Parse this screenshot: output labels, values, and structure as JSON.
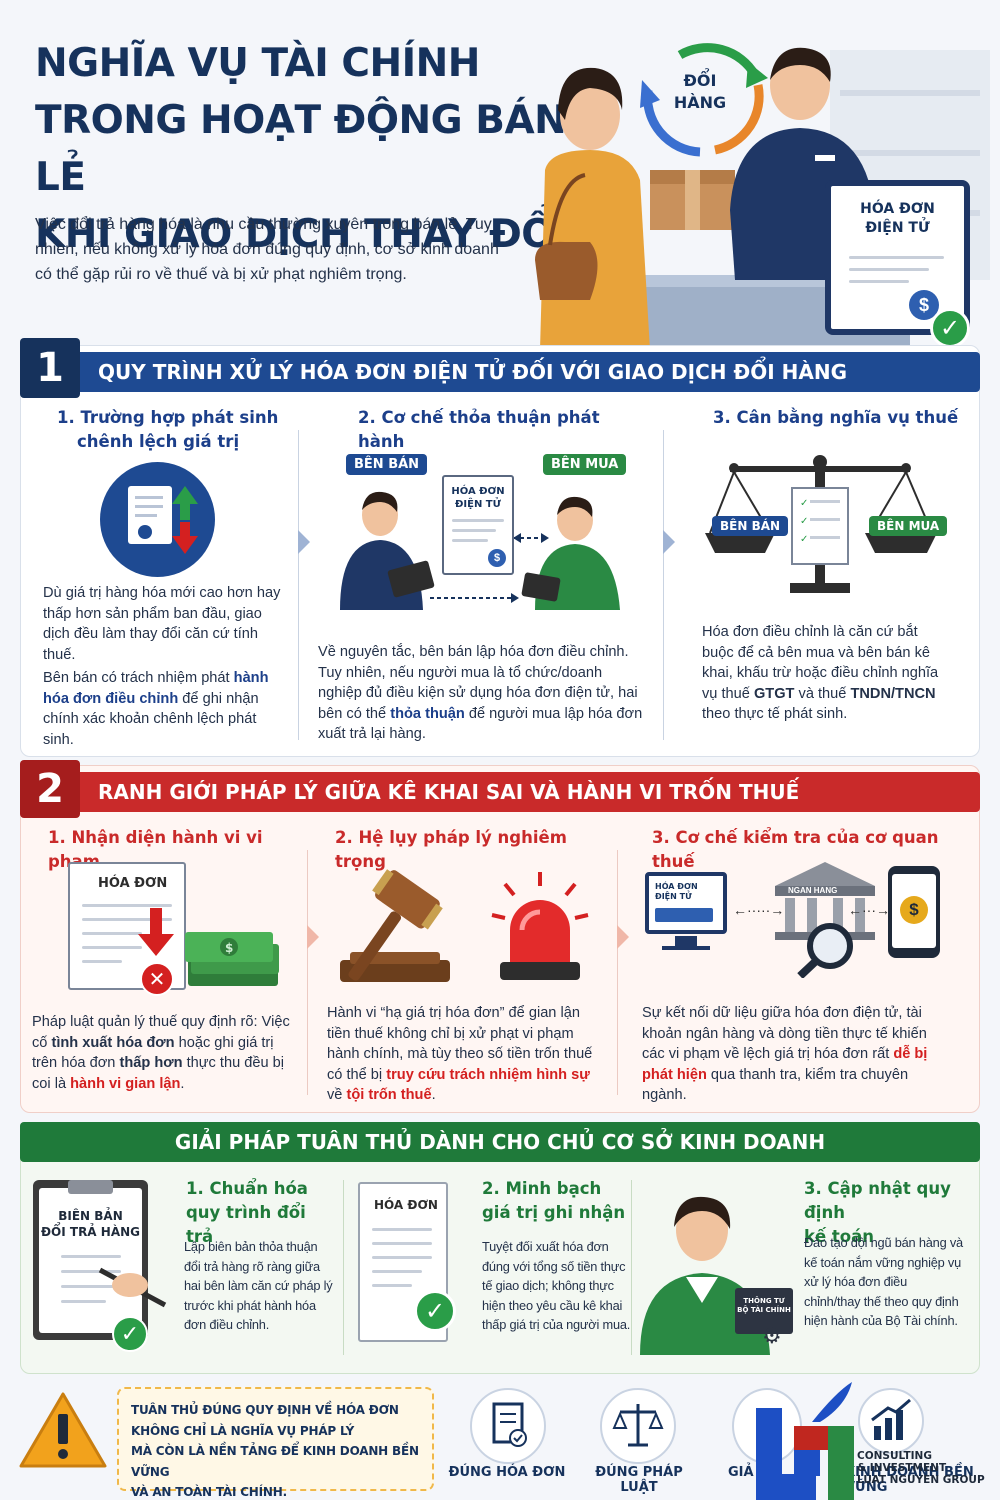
{
  "header": {
    "title_line1": "NGHĨA VỤ TÀI CHÍNH",
    "title_line2": "TRONG HOẠT ĐỘNG BÁN LẺ",
    "title_line3": "KHI GIAO DỊCH THAY ĐỔI",
    "intro": "Việc đổi trả hàng hóa là nhu cầu thường xuyên trong bán lẻ. Tuy nhiên, nếu không xử lý hóa đơn đúng quy định, cơ sở kinh doanh có thể gặp rủi ro về thuế và bị xử phạt nghiêm trọng.",
    "exchange_label_1": "ĐỔI",
    "exchange_label_2": "HÀNG",
    "monitor_label_1": "HÓA ĐƠN",
    "monitor_label_2": "ĐIỆN TỬ"
  },
  "section1": {
    "number": "1",
    "title": "QUY TRÌNH XỬ LÝ HÓA ĐƠN ĐIỆN TỬ ĐỐI VỚI GIAO DỊCH ĐỔI HÀNG",
    "col1": {
      "heading_1": "1. Trường hợp phát sinh",
      "heading_2": "chênh lệch giá trị",
      "text1": "Dù giá trị hàng hóa mới cao hơn hay thấp hơn sản phẩm ban đầu, giao dịch đều làm thay đổi căn cứ tính thuế.",
      "text2_a": "Bên bán có trách nhiệm phát ",
      "text2_b": "hành hóa đơn điều chỉnh",
      "text2_c": " để ghi nhận chính xác khoản chênh lệch phát sinh."
    },
    "col2": {
      "heading": "2. Cơ chế thỏa thuận phát hành",
      "seller_tag": "BÊN BÁN",
      "buyer_tag": "BÊN MUA",
      "doc_1": "HÓA ĐƠN",
      "doc_2": "ĐIỆN TỬ",
      "text_a": "Về nguyên tắc, bên bán lập hóa đơn điều chỉnh. Tuy nhiên, nếu người mua là tổ chức/doanh nghiệp đủ điều kiện sử dụng hóa đơn điện tử, hai bên có thể ",
      "text_b": "thỏa thuận",
      "text_c": " để người mua lập hóa đơn xuất trả lại hàng."
    },
    "col3": {
      "heading": "3. Cân bằng nghĩa vụ thuế",
      "seller_tag": "BÊN BÁN",
      "buyer_tag": "BÊN MUA",
      "text_a": "Hóa đơn điều chỉnh là căn cứ bắt buộc để cả bên mua và bên bán kê khai, khấu trừ hoặc điều chỉnh nghĩa vụ thuế ",
      "text_b": "GTGT",
      "text_c": " và thuế ",
      "text_d": "TNDN/TNCN",
      "text_e": " theo thực tế phát sinh."
    }
  },
  "section2": {
    "number": "2",
    "title": "RANH GIỚI PHÁP LÝ GIỮA KÊ KHAI SAI VÀ HÀNH VI TRỐN THUẾ",
    "col1": {
      "heading": "1. Nhận diện hành vi vi phạm",
      "doc_label": "HÓA ĐƠN",
      "text_a": "Pháp luật quản lý thuế quy định rõ: Việc cố ",
      "text_b": "tình xuất hóa đơn",
      "text_c": " hoặc ghi giá trị trên hóa đơn ",
      "text_d": "thấp hơn",
      "text_e": " thực thu đều bị coi là ",
      "text_f": "hành vi gian lận",
      "text_g": "."
    },
    "col2": {
      "heading": "2. Hệ lụy pháp lý nghiêm trọng",
      "text_a": "Hành vi “hạ giá trị hóa đơn” để gian lận tiền thuế không chỉ bị xử phạt vi phạm hành chính, mà tùy theo số tiền trốn thuế có thể bị ",
      "text_b": "truy cứu trách nhiệm hình sự",
      "text_c": " về ",
      "text_d": "tội trốn thuế",
      "text_e": "."
    },
    "col3": {
      "heading": "3. Cơ chế kiểm tra của cơ quan thuế",
      "monitor_1": "HÓA ĐƠN",
      "monitor_2": "ĐIỆN TỬ",
      "bank_label": "NGAN HANG",
      "text_a": "Sự kết nối dữ liệu giữa hóa đơn điện tử, tài khoản ngân hàng và dòng tiền thực tế khiến các vi phạm về lệch giá trị hóa đơn rất ",
      "text_b": "dễ bị phát hiện",
      "text_c": " qua thanh tra, kiểm tra chuyên ngành."
    }
  },
  "section3": {
    "title": "GIẢI PHÁP TUÂN THỦ DÀNH CHO CHỦ CƠ SỞ KINH DOANH",
    "col1": {
      "board_1": "BIÊN BẢN",
      "board_2": "ĐỔI TRẢ HÀNG",
      "heading_1": "1. Chuẩn hóa",
      "heading_2": "quy trình đổi trả",
      "text": "Lập biên bản thỏa thuận đổi trả hàng rõ ràng giữa hai bên làm căn cứ pháp lý trước khi phát hành hóa đơn điều chỉnh."
    },
    "col2": {
      "doc_label": "HÓA ĐƠN",
      "heading_1": "2. Minh bạch",
      "heading_2": "giá trị ghi nhận",
      "text": "Tuyệt đối xuất hóa đơn đúng với tổng số tiền thực tế giao dịch; không thực hiện theo yêu cầu kê khai thấp giá trị của người mua."
    },
    "col3": {
      "laptop_1": "THÔNG TƯ",
      "laptop_2": "BỘ TÀI CHÍNH",
      "heading_1": "3. Cập nhật quy định",
      "heading_2": "kế toán",
      "text": "Đào tạo đội ngũ bán hàng và kế toán nắm vững nghiệp vụ xử lý hóa đơn điều chỉnh/thay thế theo quy định hiện hành của Bộ Tài chính."
    }
  },
  "footer": {
    "note_1": "TUÂN THỦ ĐÚNG QUY ĐỊNH VỀ HÓA ĐƠN",
    "note_2": "KHÔNG CHỈ LÀ NGHĨA VỤ PHÁP LÝ",
    "note_3": "MÀ CÒN LÀ NỀN TẢNG ĐỂ KINH DOANH BỀN VỮNG",
    "note_4": "VÀ AN TOÀN TÀI CHÍNH.",
    "badge1": "ĐÚNG HÓA ĐƠN",
    "badge2": "ĐÚNG PHÁP LUẬT",
    "badge3": "GIẢ",
    "badge4": "KINH DOANH BỀN VỮNG",
    "logo_1": "CONSULTING",
    "logo_2": "& INVESTMENT",
    "logo_3": "LUAT NGUYEN GROUP"
  },
  "colors": {
    "navy": "#16325c",
    "band_blue": "#1e4a92",
    "band_red": "#c92a2a",
    "band_green": "#1f7a3a",
    "accent_red": "#d42020"
  }
}
